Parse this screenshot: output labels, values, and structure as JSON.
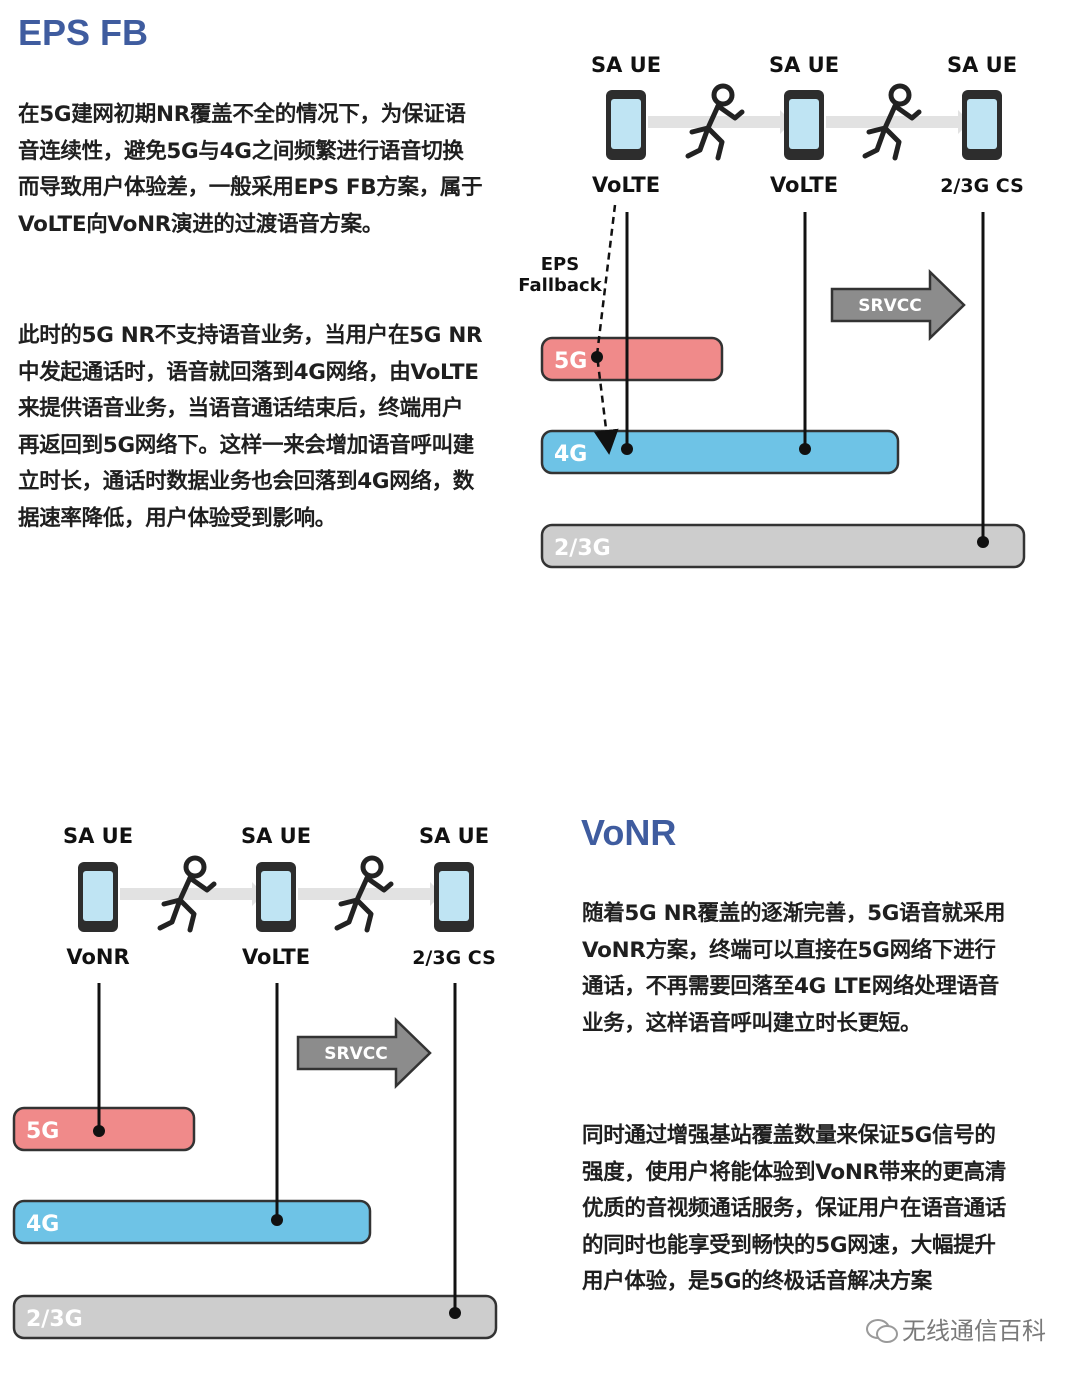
{
  "eps": {
    "title": "EPS FB",
    "para1": "在5G建网初期NR覆盖不全的情况下，为保证语音连续性，避免5G与4G之间频繁进行语音切换而导致用户体验差，一般采用EPS FB方案，属于VoLTE向VoNR演进的过渡语音方案。",
    "para2": "此时的5G NR不支持语音业务，当用户在5G NR中发起通话时，语音就回落到4G网络，由VoLTE来提供语音业务，当语音通话结束后，终端用户再返回到5G网络下。这样一来会增加语音呼叫建立时长，通话时数据业务也会回落到4G网络，数据速率降低，用户体验受到影响。",
    "diagram": {
      "ue_labels": [
        "SA UE",
        "SA UE",
        "SA UE"
      ],
      "voice_labels": [
        "VoLTE",
        "VoLTE",
        "2/3G CS"
      ],
      "fallback_label_1": "EPS",
      "fallback_label_2": "Fallback",
      "srvcc_label": "SRVCC",
      "bars": [
        "5G",
        "4G",
        "2/3G"
      ]
    }
  },
  "vonr": {
    "title": "VoNR",
    "para1": "随着5G NR覆盖的逐渐完善，5G语音就采用VoNR方案，终端可以直接在5G网络下进行通话，不再需要回落至4G LTE网络处理语音业务，这样语音呼叫建立时长更短。",
    "para2": "同时通过增强基站覆盖数量来保证5G信号的强度，使用户将能体验到VoNR带来的更高清优质的音视频通话服务，保证用户在语音通话的同时也能享受到畅快的5G网速，大幅提升用户体验，是5G的终极话音解决方案",
    "diagram": {
      "ue_labels": [
        "SA UE",
        "SA UE",
        "SA UE"
      ],
      "voice_labels": [
        "VoNR",
        "VoLTE",
        "2/3G CS"
      ],
      "srvcc_label": "SRVCC",
      "bars": [
        "5G",
        "4G",
        "2/3G"
      ]
    }
  },
  "watermark": "无线通信百科",
  "colors": {
    "title": "#3f5c9f",
    "bar_5g": "#f08a8a",
    "bar_4g": "#6ec3e6",
    "bar_23g": "#cdcdcd",
    "phone_screen": "#bfe4f3",
    "arrow_gray": "#888888"
  }
}
